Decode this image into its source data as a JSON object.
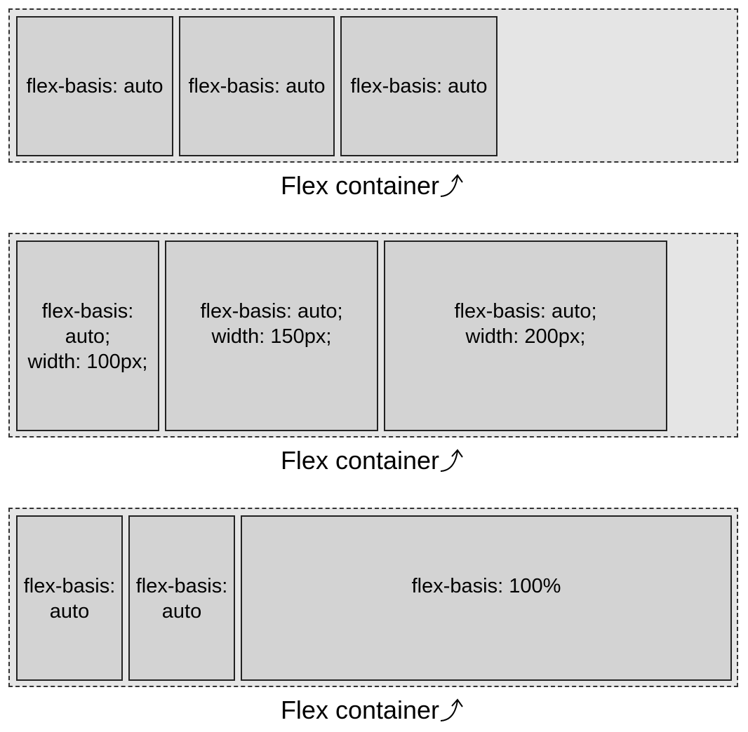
{
  "diagrams": [
    {
      "items": [
        "flex-basis: auto",
        "flex-basis: auto",
        "flex-basis: auto"
      ],
      "caption": "Flex container"
    },
    {
      "items": [
        "flex-basis:\nauto;\nwidth: 100px;",
        "flex-basis: auto;\nwidth: 150px;",
        "flex-basis: auto;\nwidth: 200px;"
      ],
      "caption": "Flex container"
    },
    {
      "items": [
        "flex-basis:\nauto",
        "flex-basis:\nauto",
        "flex-basis: 100%"
      ],
      "caption": "Flex container"
    }
  ],
  "icons": {
    "caption_arrow": "curved-arrow-up-right-icon"
  }
}
